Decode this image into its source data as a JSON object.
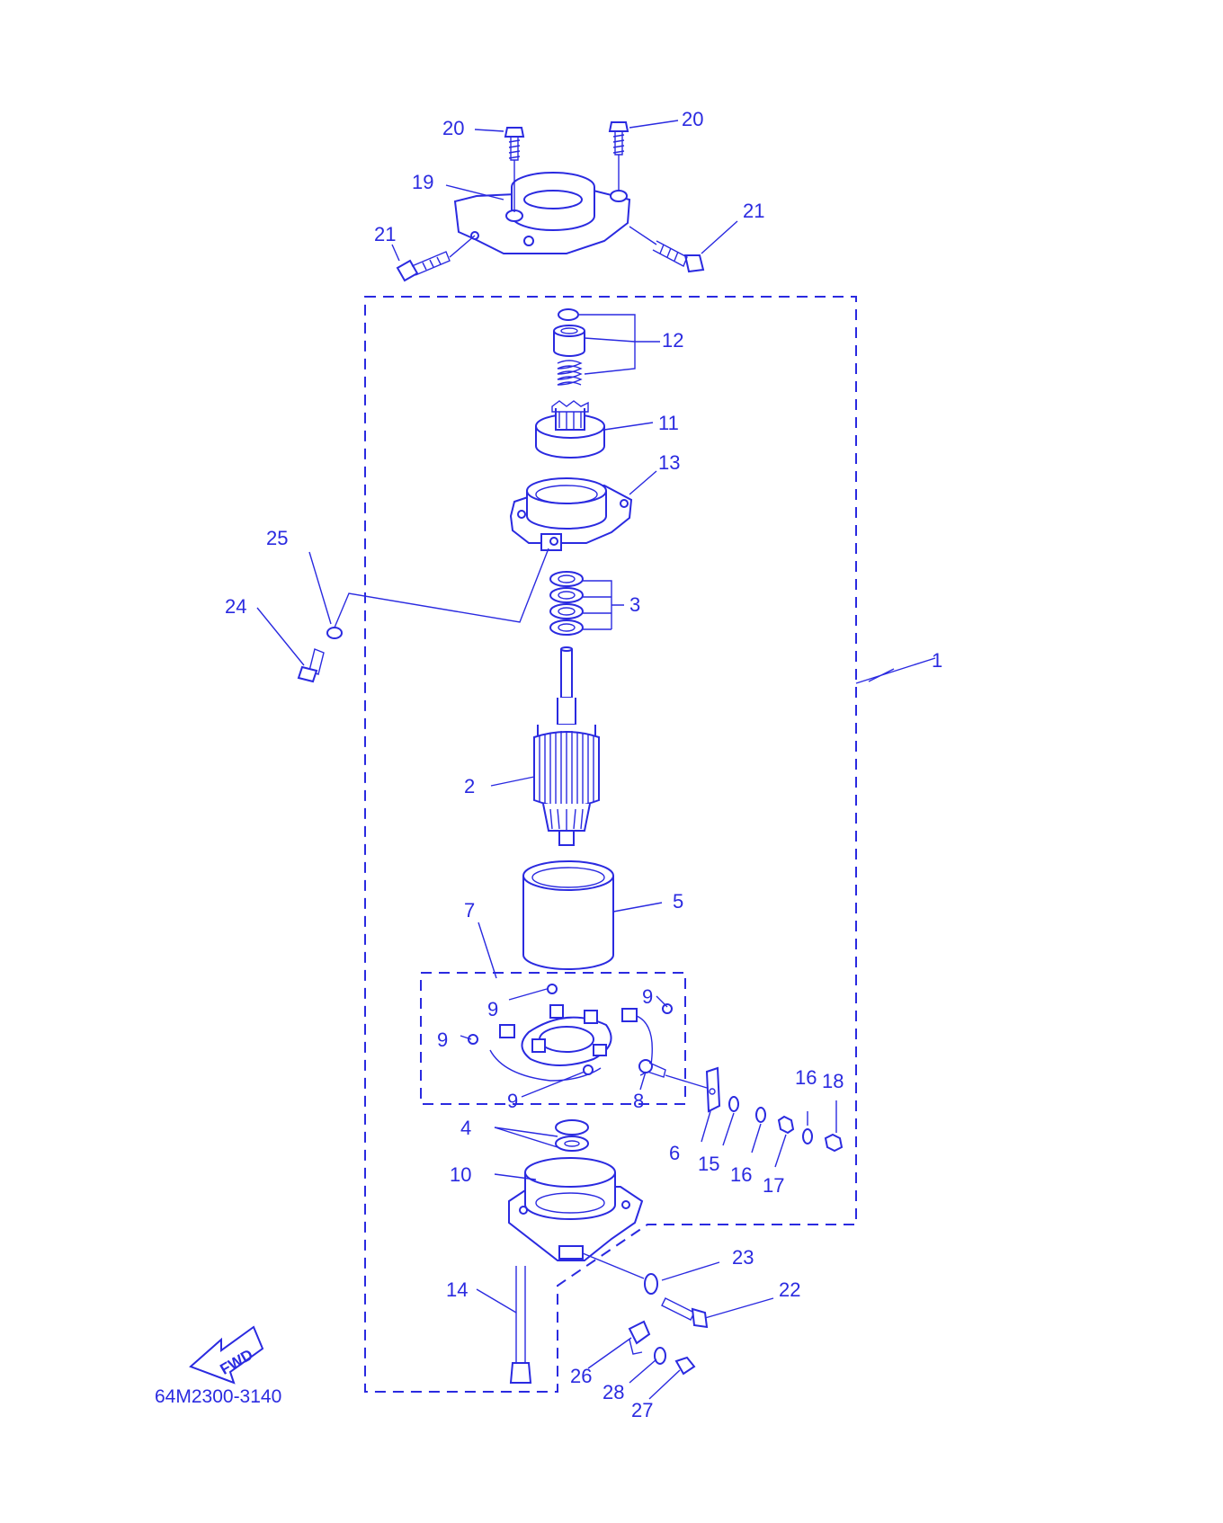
{
  "diagram": {
    "part_code": "64M2300-3140",
    "fwd_label": "FWD",
    "callouts": {
      "c1": "1",
      "c2": "2",
      "c3": "3",
      "c4": "4",
      "c5": "5",
      "c6": "6",
      "c7": "7",
      "c8": "8",
      "c9a": "9",
      "c9b": "9",
      "c9c": "9",
      "c9d": "9",
      "c10": "10",
      "c11": "11",
      "c12": "12",
      "c13": "13",
      "c14": "14",
      "c15": "15",
      "c16a": "16",
      "c16b": "16",
      "c17": "17",
      "c18": "18",
      "c19": "19",
      "c20a": "20",
      "c20b": "20",
      "c21a": "21",
      "c21b": "21",
      "c22": "22",
      "c23": "23",
      "c24": "24",
      "c25": "25",
      "c26": "26",
      "c27": "27",
      "c28": "28"
    },
    "line_color": "#2a2ae0"
  }
}
